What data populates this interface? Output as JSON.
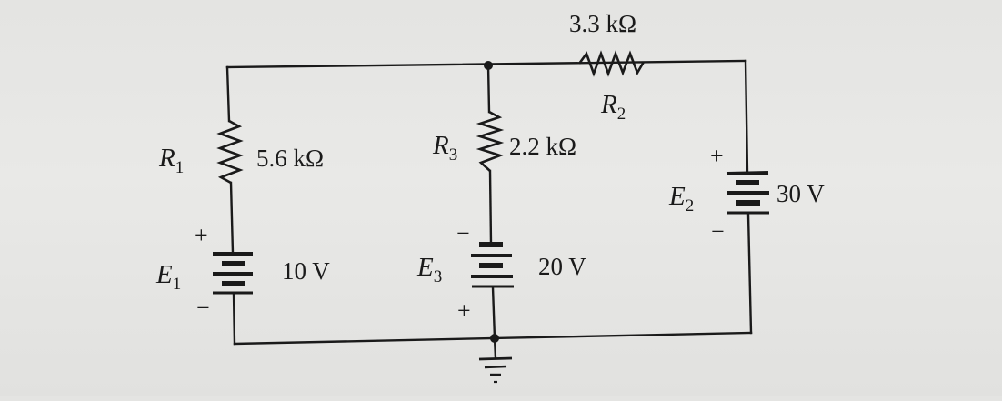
{
  "components": {
    "r1": {
      "label": "R",
      "sub": "1",
      "value": "5.6 kΩ"
    },
    "r2": {
      "label": "R",
      "sub": "2",
      "value": "3.3 kΩ"
    },
    "r3": {
      "label": "R",
      "sub": "3",
      "value": "2.2 kΩ"
    },
    "e1": {
      "label": "E",
      "sub": "1",
      "value": "10 V",
      "plus": "+",
      "minus": "−"
    },
    "e2": {
      "label": "E",
      "sub": "2",
      "value": "30 V",
      "plus": "+",
      "minus": "−"
    },
    "e3": {
      "label": "E",
      "sub": "3",
      "value": "20 V",
      "plus": "+",
      "minus": "−"
    }
  },
  "colors": {
    "ink": "#1a1a1a",
    "paper": "#e6e6e4"
  }
}
